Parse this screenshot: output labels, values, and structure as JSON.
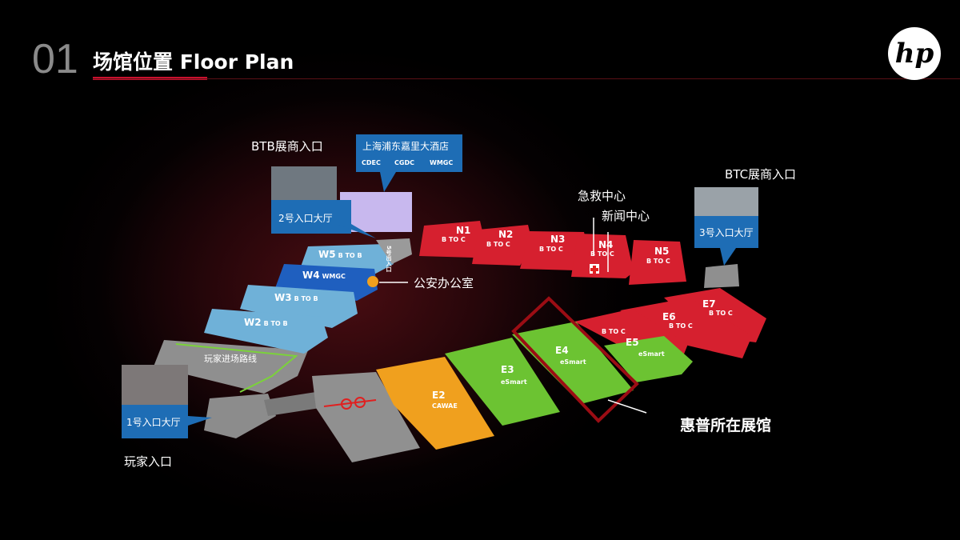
{
  "header": {
    "number": "01",
    "title": "场馆位置 Floor Plan",
    "logo_text": "hp"
  },
  "colors": {
    "accent": "#c8102e",
    "btob": "#6fb1d8",
    "wmgc": "#1f5fbf",
    "btoc": "#d6202f",
    "esmart": "#6cc332",
    "cawae": "#f0a01e",
    "path": "#8f8f8f"
  },
  "labels": {
    "btb_entrance": "BTB展商入口",
    "btc_entrance": "BTC展商入口",
    "hotel": "上海浦东嘉里大酒店",
    "hotel_logos": [
      "CDEC",
      "CGDC",
      "WMGC"
    ],
    "hall2_lobby": "2号入口大厅",
    "hall3_lobby": "3号入口大厅",
    "hall1_lobby": "1号入口大厅",
    "player_entrance": "玩家入口",
    "player_route": "玩家进场路线",
    "police": "公安办公室",
    "first_aid": "急救中心",
    "press": "新闻中心",
    "gate5": "5号出入口",
    "hp_hall": "惠普所在展馆"
  },
  "halls": {
    "W5": {
      "name": "W5",
      "type": "B TO B"
    },
    "W4": {
      "name": "W4",
      "type": "WMGC"
    },
    "W3": {
      "name": "W3",
      "type": "B TO B"
    },
    "W2": {
      "name": "W2",
      "type": "B TO B"
    },
    "N1": {
      "name": "N1",
      "type": "B TO C"
    },
    "N2": {
      "name": "N2",
      "type": "B TO C"
    },
    "N3": {
      "name": "N3",
      "type": "B TO C"
    },
    "N4": {
      "name": "N4",
      "type": "B TO C"
    },
    "N5": {
      "name": "N5",
      "type": "B TO C"
    },
    "E2": {
      "name": "E2",
      "type": "CAWAE"
    },
    "E3": {
      "name": "E3",
      "type": "eSmart"
    },
    "E4": {
      "name": "E4",
      "type": "eSmart"
    },
    "E5": {
      "name": "E5",
      "type": "eSmart"
    },
    "E6": {
      "name": "E6",
      "type": "B TO C"
    },
    "E7": {
      "name": "E7",
      "type": "B TO C"
    },
    "E_btoc": {
      "type": "B TO C"
    }
  }
}
